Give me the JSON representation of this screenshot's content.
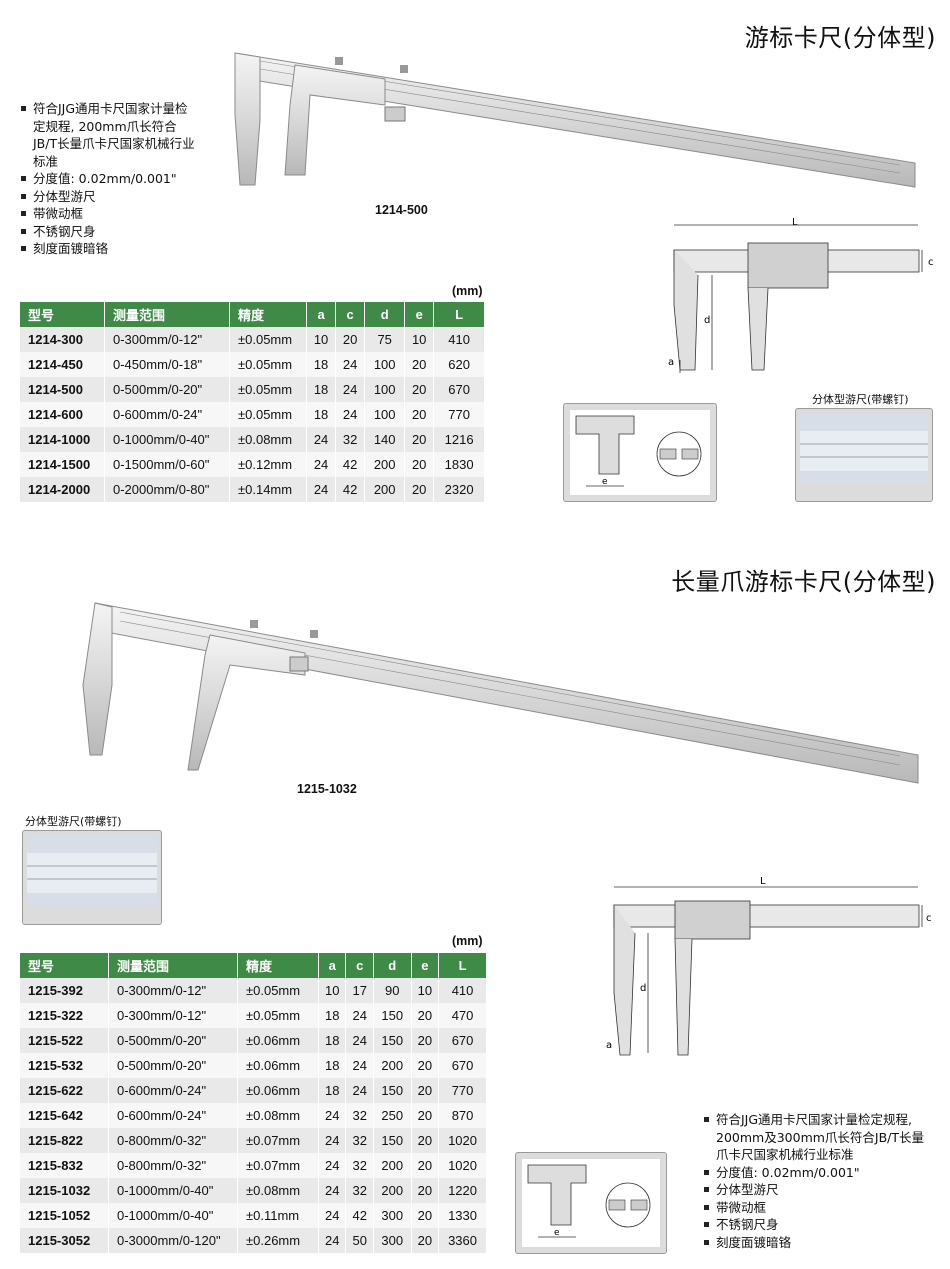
{
  "section1": {
    "title": "游标卡尺(分体型)",
    "features": [
      "符合JJG通用卡尺国家计量检定规程, 200mm爪长符合JB/T长量爪卡尺国家机械行业标准",
      "分度值: 0.02mm/0.001\"",
      "分体型游尺",
      "带微动框",
      "不锈钢尺身",
      "刻度面镀暗铬"
    ],
    "product_caption": "1214-500",
    "unit_label": "(mm)",
    "table": {
      "headers": [
        "型号",
        "测量范围",
        "精度",
        "a",
        "c",
        "d",
        "e",
        "L"
      ],
      "rows": [
        [
          "1214-300",
          "0-300mm/0-12\"",
          "±0.05mm",
          "10",
          "20",
          "75",
          "10",
          "410"
        ],
        [
          "1214-450",
          "0-450mm/0-18\"",
          "±0.05mm",
          "18",
          "24",
          "100",
          "20",
          "620"
        ],
        [
          "1214-500",
          "0-500mm/0-20\"",
          "±0.05mm",
          "18",
          "24",
          "100",
          "20",
          "670"
        ],
        [
          "1214-600",
          "0-600mm/0-24\"",
          "±0.05mm",
          "18",
          "24",
          "100",
          "20",
          "770"
        ],
        [
          "1214-1000",
          "0-1000mm/0-40\"",
          "±0.08mm",
          "24",
          "32",
          "140",
          "20",
          "1216"
        ],
        [
          "1214-1500",
          "0-1500mm/0-60\"",
          "±0.12mm",
          "24",
          "42",
          "200",
          "20",
          "1830"
        ],
        [
          "1214-2000",
          "0-2000mm/0-80\"",
          "±0.14mm",
          "24",
          "42",
          "200",
          "20",
          "2320"
        ]
      ]
    },
    "diagram_labels": {
      "L": "L",
      "c": "c",
      "d": "d",
      "a": "a",
      "e": "e"
    },
    "detail_caption": "分体型游尺(带螺钉)"
  },
  "section2": {
    "title": "长量爪游标卡尺(分体型)",
    "product_caption": "1215-1032",
    "detail_caption": "分体型游尺(带螺钉)",
    "unit_label": "(mm)",
    "table": {
      "headers": [
        "型号",
        "测量范围",
        "精度",
        "a",
        "c",
        "d",
        "e",
        "L"
      ],
      "rows": [
        [
          "1215-392",
          "0-300mm/0-12\"",
          "±0.05mm",
          "10",
          "17",
          "90",
          "10",
          "410"
        ],
        [
          "1215-322",
          "0-300mm/0-12\"",
          "±0.05mm",
          "18",
          "24",
          "150",
          "20",
          "470"
        ],
        [
          "1215-522",
          "0-500mm/0-20\"",
          "±0.06mm",
          "18",
          "24",
          "150",
          "20",
          "670"
        ],
        [
          "1215-532",
          "0-500mm/0-20\"",
          "±0.06mm",
          "18",
          "24",
          "200",
          "20",
          "670"
        ],
        [
          "1215-622",
          "0-600mm/0-24\"",
          "±0.06mm",
          "18",
          "24",
          "150",
          "20",
          "770"
        ],
        [
          "1215-642",
          "0-600mm/0-24\"",
          "±0.08mm",
          "24",
          "32",
          "250",
          "20",
          "870"
        ],
        [
          "1215-822",
          "0-800mm/0-32\"",
          "±0.07mm",
          "24",
          "32",
          "150",
          "20",
          "1020"
        ],
        [
          "1215-832",
          "0-800mm/0-32\"",
          "±0.07mm",
          "24",
          "32",
          "200",
          "20",
          "1020"
        ],
        [
          "1215-1032",
          "0-1000mm/0-40\"",
          "±0.08mm",
          "24",
          "32",
          "200",
          "20",
          "1220"
        ],
        [
          "1215-1052",
          "0-1000mm/0-40\"",
          "±0.11mm",
          "24",
          "42",
          "300",
          "20",
          "1330"
        ],
        [
          "1215-3052",
          "0-3000mm/0-120\"",
          "±0.26mm",
          "24",
          "50",
          "300",
          "20",
          "3360"
        ]
      ]
    },
    "features": [
      "符合JJG通用卡尺国家计量检定规程, 200mm及300mm爪长符合JB/T长量爪卡尺国家机械行业标准",
      "分度值: 0.02mm/0.001\"",
      "分体型游尺",
      "带微动框",
      "不锈钢尺身",
      "刻度面镀暗铬"
    ],
    "diagram_labels": {
      "L": "L",
      "c": "c",
      "d": "d",
      "a": "a",
      "e": "e"
    }
  }
}
